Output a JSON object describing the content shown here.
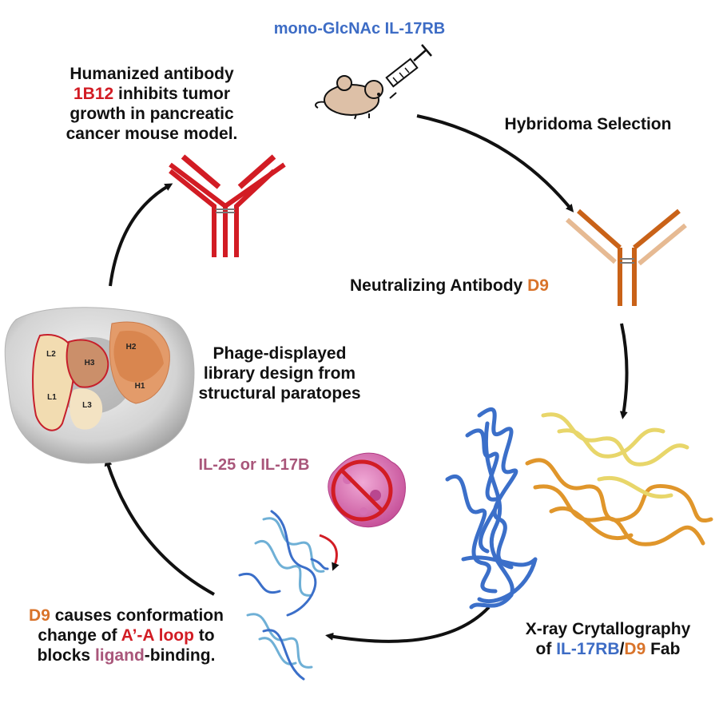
{
  "colors": {
    "blue": "#3d6cc5",
    "red": "#d21c24",
    "orange": "#d9732a",
    "mauve": "#a9567a",
    "dark": "#111111"
  },
  "immunogen": {
    "label": "mono-GlcNAc IL-17RB"
  },
  "step_hybridoma": {
    "label": "Hybridoma Selection"
  },
  "step_neutralizing": {
    "prefix": "Neutralizing Antibody ",
    "antibody": "D9"
  },
  "step_xray": {
    "line1": "X-ray Crytallography",
    "line2_prefix": "of ",
    "receptor": "IL-17RB",
    "slash": "/",
    "antibody": "D9",
    "suffix": " Fab"
  },
  "step_mechanism": {
    "antibody": "D9",
    "line1_rest": " causes conformation",
    "line2_prefix": "change of ",
    "loop": "A’-A loop",
    "line2_suffix": " to",
    "line3_prefix": "blocks ",
    "ligand_word": "ligand",
    "line3_suffix": "-binding."
  },
  "ligand_label": "IL-25 or IL-17B",
  "step_phage": {
    "line1": "Phage-displayed",
    "line2": "library design from",
    "line3": "structural paratopes"
  },
  "paratope_regions": [
    "L2",
    "H3",
    "H2",
    "L1",
    "L3",
    "H1"
  ],
  "step_humanized": {
    "line1": "Humanized antibody",
    "antibody": "1B12",
    "line2_rest": " inhibits tumor",
    "line3": "growth in pancreatic",
    "line4": "cancer mouse model."
  },
  "icons": [
    "mouse-icon",
    "syringe-icon",
    "antibody-icon",
    "no-binding-icon",
    "curved-arrow-icon"
  ]
}
